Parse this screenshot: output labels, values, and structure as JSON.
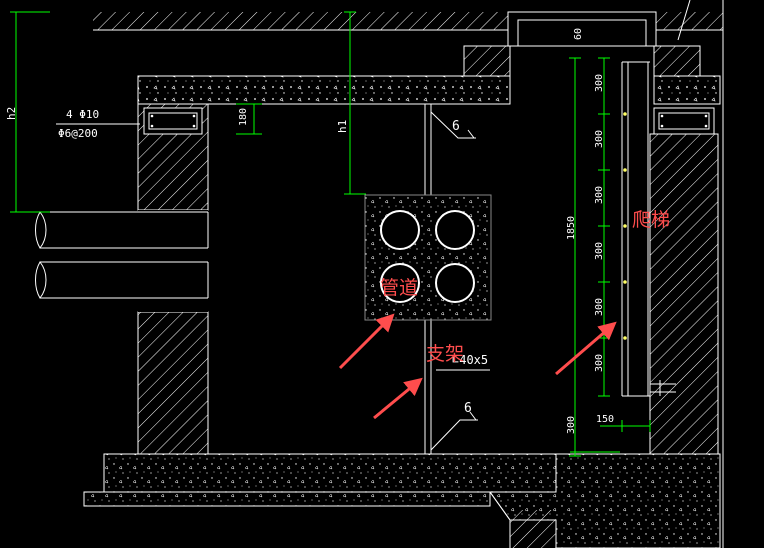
{
  "colors": {
    "background": "#000000",
    "line": "#ffffff",
    "dimension": "#00ff00",
    "annotation": "#ff4d4d",
    "rung": "#ffff66"
  },
  "dimensions": {
    "h2": "h2",
    "h1": "h1",
    "d180": "180",
    "d60": "60",
    "d300": "300",
    "d1850": "1850",
    "d150": "150"
  },
  "rebar": {
    "main_bars": "4 Φ10",
    "stirrups": "Φ6@200"
  },
  "weld_symbols": {
    "top": "6",
    "bottom": "6"
  },
  "steel_note": "∟40x5",
  "labels": {
    "pipeline": "管道",
    "bracket": "支架",
    "ladder": "爬梯"
  }
}
